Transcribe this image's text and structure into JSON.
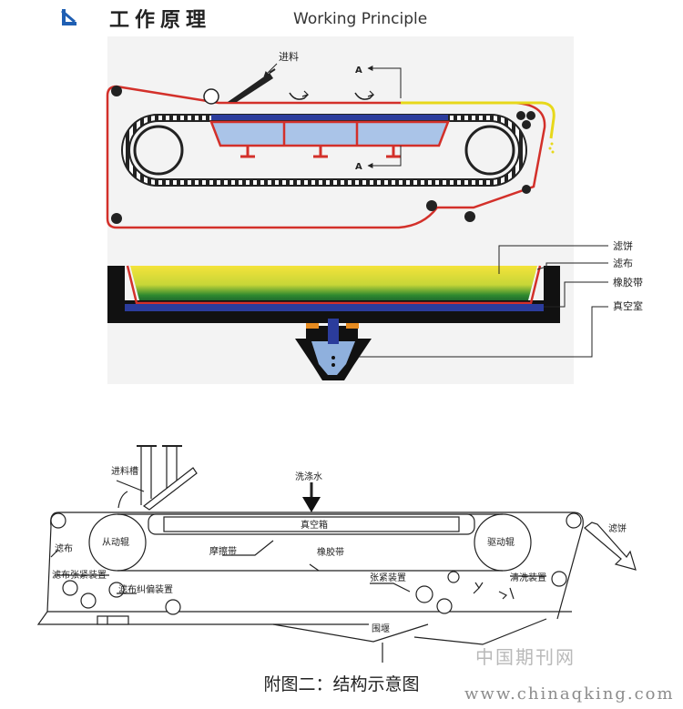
{
  "header": {
    "title_cn": "工作原理",
    "title_en": "Working Principle"
  },
  "top_diagram": {
    "feed_label": "进料",
    "section_marker_top": "A",
    "section_marker_bottom": "A",
    "legend": {
      "filter_cake": "滤饼",
      "filter_cloth": "滤布",
      "rubber_belt": "橡胶带",
      "vacuum_chamber": "真空室"
    }
  },
  "bottom_diagram": {
    "feed_chute": "进料槽",
    "wash_water": "洗涤水",
    "vacuum_box": "真空箱",
    "driven_roller": "从动辊",
    "drive_roller": "驱动辊",
    "filter_cake": "滤饼",
    "filter_cloth": "滤布",
    "friction_belt": "摩擦带",
    "rubber_belt": "橡胶带",
    "cloth_tensioner": "滤布张紧装置",
    "tensioner": "张紧装置",
    "wash_device": "清洗装置",
    "cloth_aligner": "滤布纠偏装置",
    "enclosure": "围堰"
  },
  "caption": "附图二：结构示意图",
  "watermark": {
    "cn": "中国期刊网",
    "url": "www.chinaqking.com"
  }
}
